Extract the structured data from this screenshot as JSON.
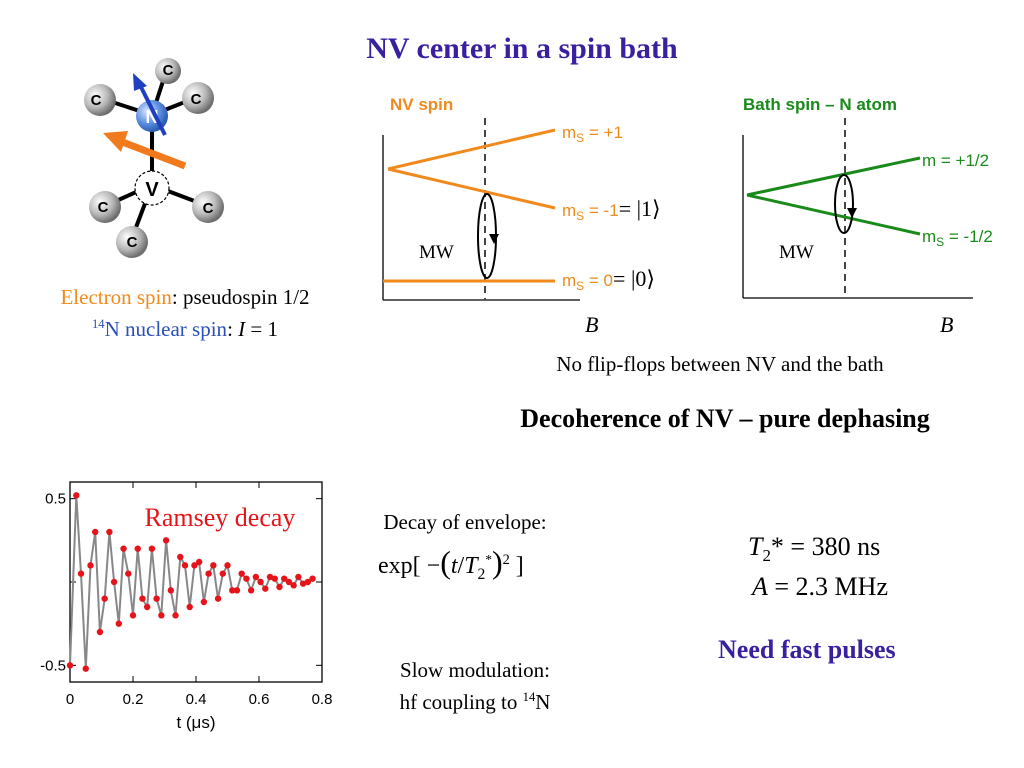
{
  "title": "NV center in a spin bath",
  "molecule": {
    "atom_labels": [
      "C",
      "C",
      "C",
      "C",
      "C",
      "C"
    ],
    "nitrogen_label": "N",
    "vacancy_label": "V",
    "colors": {
      "nitrogen": "#4a7fd4",
      "carbon": "#a8a8a8",
      "arrow_orange": "#f07a1c",
      "arrow_blue": "#1f3fc0"
    }
  },
  "spin_info": {
    "electron_label": "Electron spin",
    "electron_value": ": pseudospin 1/2",
    "nuclear_sup": "14",
    "nuclear_label": "N nuclear spin",
    "nuclear_sep": ": ",
    "nuclear_var": "I",
    "nuclear_value": " = 1"
  },
  "nv_diagram": {
    "title": "NV spin",
    "level_top": "m",
    "level_top_sub": "S",
    "level_top_val": " = +1",
    "level_mid": "m",
    "level_mid_sub": "S",
    "level_mid_val": " = -1",
    "level_mid_ket": "= |1⟩",
    "level_bot": "m",
    "level_bot_sub": "S",
    "level_bot_val": " = 0",
    "level_bot_ket": "= |0⟩",
    "mw_label": "MW",
    "axis_label": "B",
    "color": "#f08a1c"
  },
  "bath_diagram": {
    "title": "Bath spin – N atom",
    "level_top": "m = +1/2",
    "level_bot": "m",
    "level_bot_sub": "S",
    "level_bot_val": " = -1/2",
    "mw_label": "MW",
    "axis_label": "B",
    "color": "#1a8a1a"
  },
  "no_flipflops": "No  flip-flops between NV and the bath",
  "decoherence_heading": "Decoherence of NV – pure dephasing",
  "chart_data": {
    "type": "scatter",
    "title": "Ramsey decay",
    "xlabel": "t (μs)",
    "ylabel": "",
    "xlim": [
      0,
      0.8
    ],
    "ylim": [
      -0.6,
      0.6
    ],
    "xticks": [
      "0",
      "0.2",
      "0.4",
      "0.6",
      "0.8"
    ],
    "yticks": [
      "0.5",
      "-0.5"
    ],
    "series": [
      {
        "points": [
          [
            0.0,
            -0.5
          ],
          [
            0.02,
            0.52
          ],
          [
            0.035,
            0.05
          ],
          [
            0.05,
            -0.52
          ],
          [
            0.065,
            0.1
          ],
          [
            0.08,
            0.3
          ],
          [
            0.095,
            -0.3
          ],
          [
            0.11,
            -0.1
          ],
          [
            0.125,
            0.3
          ],
          [
            0.14,
            0.0
          ],
          [
            0.155,
            -0.25
          ],
          [
            0.17,
            0.2
          ],
          [
            0.185,
            0.05
          ],
          [
            0.2,
            -0.2
          ],
          [
            0.215,
            0.2
          ],
          [
            0.23,
            -0.1
          ],
          [
            0.245,
            -0.15
          ],
          [
            0.26,
            0.2
          ],
          [
            0.275,
            -0.1
          ],
          [
            0.29,
            -0.2
          ],
          [
            0.305,
            0.25
          ],
          [
            0.32,
            -0.05
          ],
          [
            0.335,
            -0.2
          ],
          [
            0.35,
            0.15
          ],
          [
            0.365,
            0.1
          ],
          [
            0.38,
            -0.15
          ],
          [
            0.395,
            0.1
          ],
          [
            0.41,
            0.12
          ],
          [
            0.425,
            -0.12
          ],
          [
            0.44,
            0.05
          ],
          [
            0.455,
            0.1
          ],
          [
            0.47,
            -0.1
          ],
          [
            0.485,
            0.05
          ],
          [
            0.5,
            0.1
          ],
          [
            0.515,
            -0.05
          ],
          [
            0.53,
            -0.05
          ],
          [
            0.545,
            0.05
          ],
          [
            0.56,
            0.02
          ],
          [
            0.575,
            -0.05
          ],
          [
            0.59,
            0.03
          ],
          [
            0.605,
            0.0
          ],
          [
            0.62,
            -0.04
          ],
          [
            0.635,
            0.03
          ],
          [
            0.65,
            0.02
          ],
          [
            0.665,
            -0.03
          ],
          [
            0.68,
            0.02
          ],
          [
            0.695,
            0.0
          ],
          [
            0.71,
            -0.02
          ],
          [
            0.725,
            0.03
          ],
          [
            0.74,
            -0.01
          ],
          [
            0.755,
            0.0
          ],
          [
            0.77,
            0.02
          ]
        ]
      }
    ]
  },
  "envelope": {
    "label": "Decay of envelope:",
    "formula_prefix": "exp[ −",
    "formula_var": "t",
    "formula_slash": "/",
    "formula_T": "T",
    "formula_sub": "2",
    "formula_star": "*",
    "formula_pow": "2",
    "formula_suffix": "]"
  },
  "modulation": {
    "line1": "Slow modulation:",
    "line2_prefix": "hf coupling to ",
    "line2_sup": "14",
    "line2_suffix": "N"
  },
  "results": {
    "t2_var": "T",
    "t2_sub": "2",
    "t2_value": "* = 380 ns",
    "a_var": "A",
    "a_value": " = 2.3 MHz"
  },
  "need_fast": "Need fast pulses"
}
